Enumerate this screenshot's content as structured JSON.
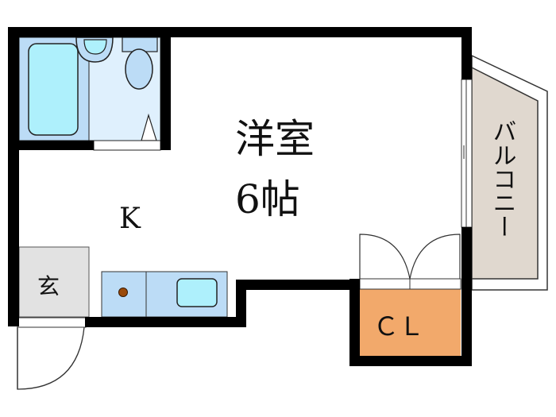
{
  "floor_plan": {
    "rooms": {
      "western_room": {
        "label_line1": "洋室",
        "label_line2": "6帖"
      },
      "kitchen": {
        "label": "K"
      },
      "entrance": {
        "label": "玄"
      },
      "closet": {
        "label": "ＣＬ"
      },
      "balcony": {
        "label": "バルコニー"
      },
      "bathroom": {
        "label": ""
      }
    },
    "colors": {
      "wall": "#000000",
      "bath_fill": "#bcdcf6",
      "tub_fill": "#aef0fc",
      "wc_fill": "#dff0fd",
      "closet_fill": "#f2a96b",
      "balcony_fill": "#e0d8cf",
      "entrance_fill": "#e2e2e2",
      "kitchen_fill": "#bcdcf6",
      "stove_dot": "#9a4a0a"
    }
  }
}
